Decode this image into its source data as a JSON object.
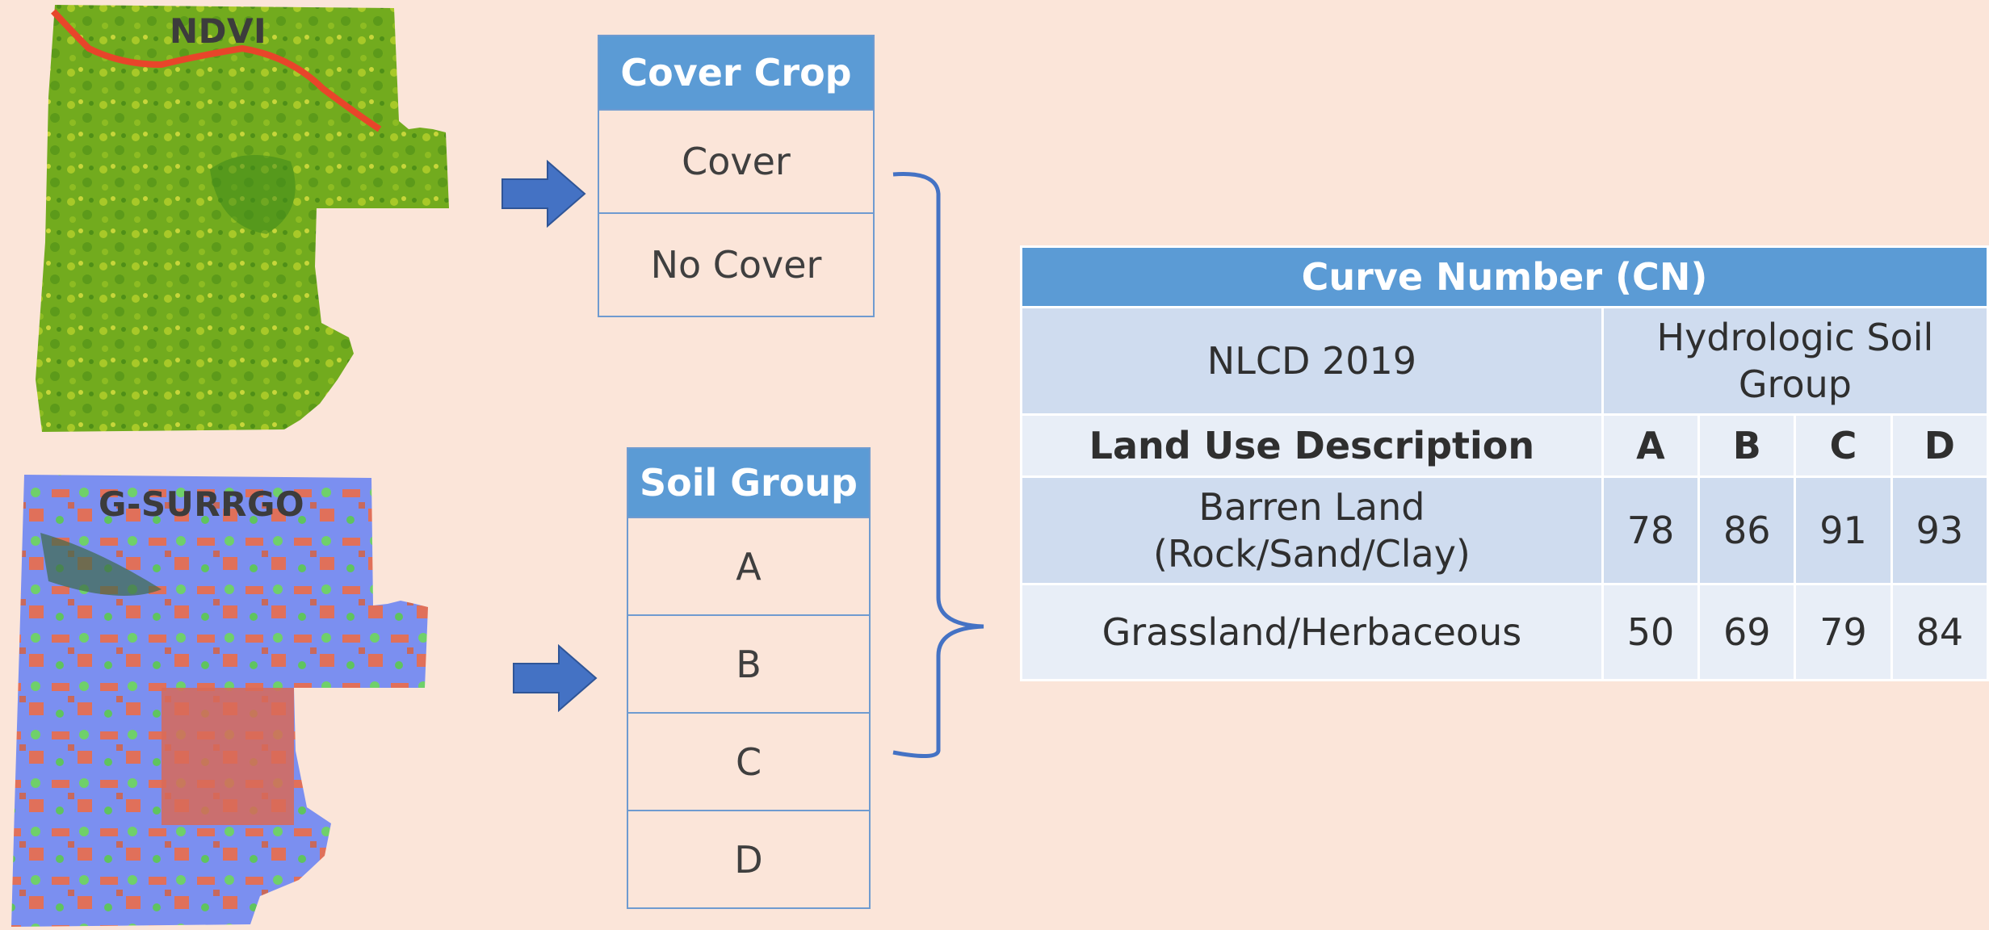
{
  "maps": {
    "top_label": "NDVI",
    "bottom_label": "G-SURRGO"
  },
  "cover_crop": {
    "header": "Cover Crop",
    "rows": [
      "Cover",
      "No Cover"
    ]
  },
  "soil_group": {
    "header": "Soil Group",
    "rows": [
      "A",
      "B",
      "C",
      "D"
    ]
  },
  "cn_table": {
    "title": "Curve Number (CN)",
    "nlcd_label": "NLCD 2019",
    "hsg_label_line1": "Hydrologic Soil",
    "hsg_label_line2": "Group",
    "land_use_header": "Land Use Description",
    "groups": [
      "A",
      "B",
      "C",
      "D"
    ],
    "rows": [
      {
        "desc_line1": "Barren Land",
        "desc_line2": "(Rock/Sand/Clay)",
        "values": [
          "78",
          "86",
          "91",
          "93"
        ]
      },
      {
        "desc_line1": "Grassland/Herbaceous",
        "desc_line2": "",
        "values": [
          "50",
          "69",
          "79",
          "84"
        ]
      }
    ]
  },
  "colors": {
    "background": "#fbe5d9",
    "header_blue": "#5b9bd5",
    "arrow_blue": "#4472c4",
    "ndvi_green": "#6aa21e",
    "surrgo_blue": "#7b8ff0",
    "surrgo_red": "#e0705a",
    "river_red": "#e8452a"
  }
}
